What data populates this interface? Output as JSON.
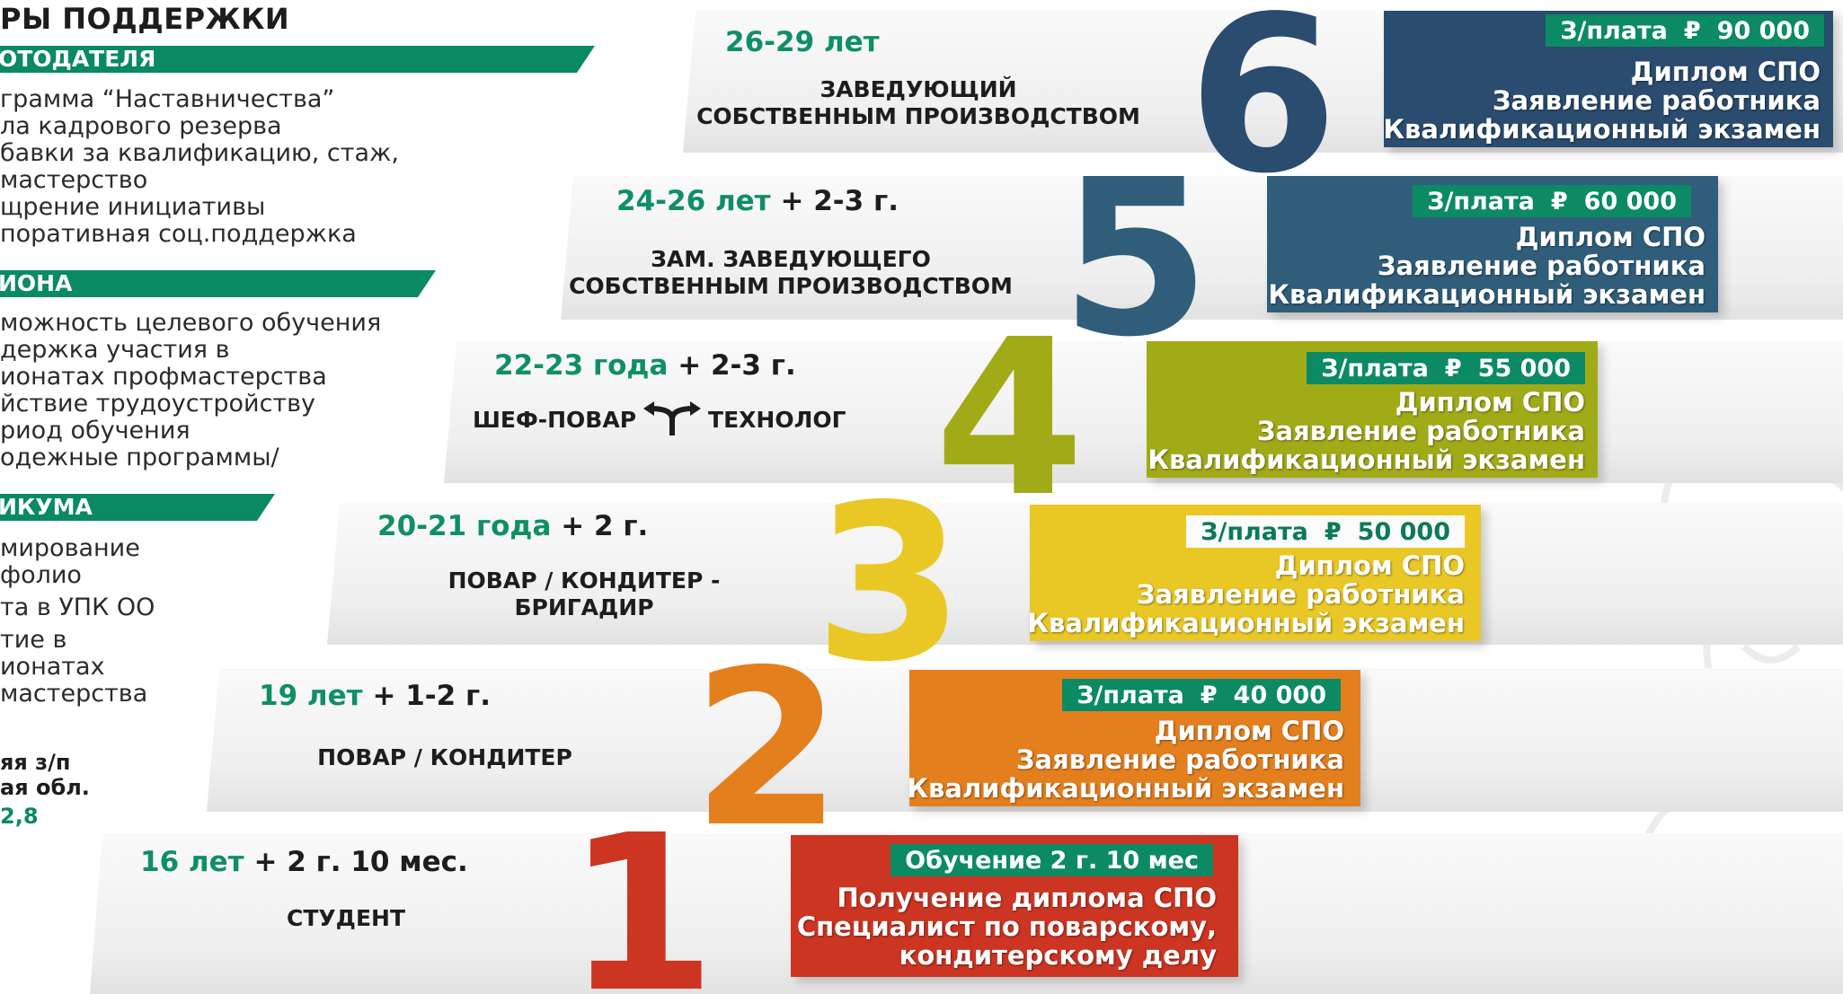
{
  "support": {
    "heading": "РЫ ПОДДЕРЖКИ",
    "groups": [
      {
        "title": "ОТОДАТЕЛЯ",
        "lines": [
          "грамма “Наставничества”",
          "ла кадрового резерва",
          "бавки за квалификацию, стаж,",
          "мастерство",
          "щрение инициативы",
          "поративная соц.поддержка"
        ]
      },
      {
        "title": "ИОНА",
        "lines": [
          "можность целевого обучения",
          "держка участия в",
          "ионатах профмастерства",
          "йствие трудоустройству",
          "риод обучения",
          "одежные программы/"
        ]
      },
      {
        "title": "ИКУМА",
        "lines": [
          "мирование",
          "фолио",
          "та в УПК ОО",
          "тие в",
          "ионатах",
          "мастерства"
        ]
      }
    ],
    "salary_label_1": "яя з/п",
    "salary_label_2": "ая обл.",
    "salary_value": "2,8"
  },
  "steps": [
    {
      "number": "6",
      "color": "#2a4c6e",
      "age": "26-29 лет",
      "duration": "",
      "role_lines": [
        "ЗАВЕДУЮЩИЙ",
        "СОБСТВЕННЫМ ПРОИЗВОДСТВОМ"
      ],
      "salary_label": "З/плата",
      "currency": "₽",
      "salary_amount": "90 000",
      "requirements": [
        "Диплом СПО",
        "Заявление работника",
        "Квалификационный экзамен"
      ]
    },
    {
      "number": "5",
      "color": "#305e7a",
      "age": "24-26 лет",
      "duration": "+ 2-3 г.",
      "role_lines": [
        "ЗАМ. ЗАВЕДУЮЩЕГО",
        "СОБСТВЕННЫМ ПРОИЗВОДСТВОМ"
      ],
      "salary_label": "З/плата",
      "currency": "₽",
      "salary_amount": "60 000",
      "requirements": [
        "Диплом СПО",
        "Заявление работника",
        "Квалификационный экзамен"
      ]
    },
    {
      "number": "4",
      "color": "#a1ab18",
      "age": "22-23 года",
      "duration": "+ 2-3 г.",
      "role_left": "ШЕФ-ПОВАР",
      "role_right": "ТЕХНОЛОГ",
      "salary_label": "З/плата",
      "currency": "₽",
      "salary_amount": "55 000",
      "requirements": [
        "Диплом СПО",
        "Заявление работника",
        "Квалификационный экзамен"
      ]
    },
    {
      "number": "3",
      "color": "#e9c826",
      "age": "20-21 года",
      "duration": "+ 2 г.",
      "role_lines": [
        "ПОВАР / КОНДИТЕР -",
        "БРИГАДИР"
      ],
      "salary_label": "З/плата",
      "currency": "₽",
      "salary_amount": "50 000",
      "requirements": [
        "Диплом СПО",
        "Заявление работника",
        "Квалификационный экзамен"
      ]
    },
    {
      "number": "2",
      "color": "#e47f1e",
      "age": "19 лет",
      "duration": "+ 1-2 г.",
      "role_lines": [
        "ПОВАР / КОНДИТЕР"
      ],
      "salary_label": "З/плата",
      "currency": "₽",
      "salary_amount": "40 000",
      "requirements": [
        "Диплом СПО",
        "Заявление работника",
        "Квалификационный экзамен"
      ]
    },
    {
      "number": "1",
      "color": "#cc3522",
      "age": "16 лет",
      "duration": "+ 2 г. 10 мес.",
      "role_lines": [
        "СТУДЕНТ"
      ],
      "salary_label": "Обучение 2 г. 10 мес",
      "requirements": [
        "Получение диплома СПО",
        "Специалист по поварскому,",
        "кондитерскому делу"
      ]
    }
  ]
}
